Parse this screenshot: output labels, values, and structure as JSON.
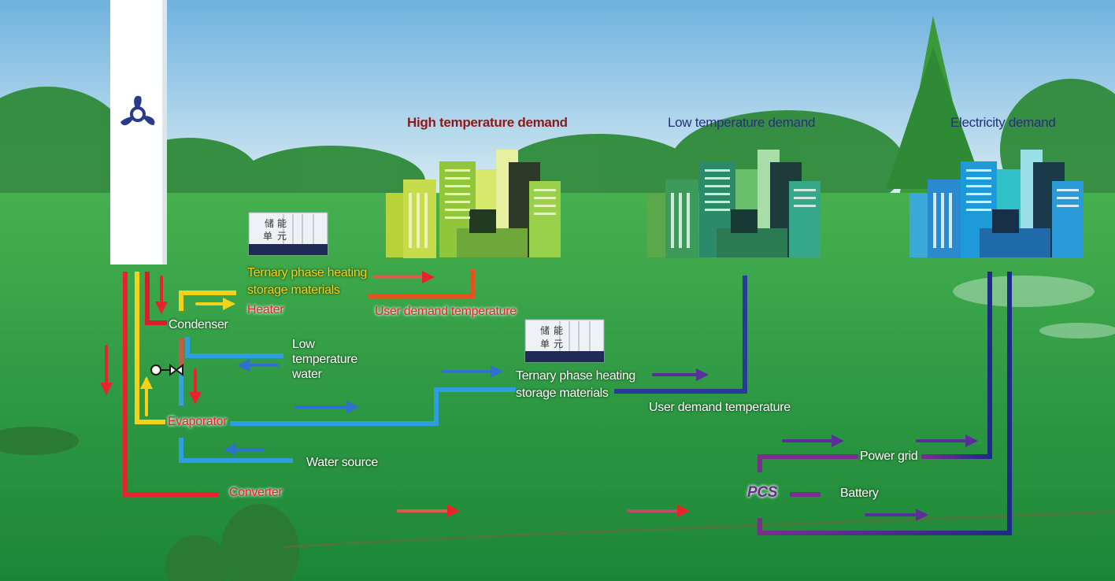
{
  "labels": {
    "high_temp_demand": "High temperature demand",
    "low_temp_demand": "Low temperature demand",
    "electricity_demand": "Electricity demand",
    "ternary_top_line1": "Ternary phase heating",
    "ternary_top_line2": "storage materials",
    "heater": "Heater",
    "user_demand_temp_top": "User demand temperature",
    "condenser": "Condenser",
    "low_temp_water_line1": "Low",
    "low_temp_water_line2": "temperature",
    "low_temp_water_line3": "water",
    "ternary_mid_line1": "Ternary phase heating",
    "ternary_mid_line2": "storage materials",
    "user_demand_temp_mid": "User demand temperature",
    "evaporator": "Evaporator",
    "water_source": "Water source",
    "power_grid": "Power grid",
    "converter": "Converter",
    "pcs": "PCS",
    "battery": "Battery"
  },
  "storage_unit_chars": [
    "储",
    "能",
    "单",
    "元"
  ],
  "icons": {
    "turbine": "wind-turbine-icon",
    "storage": "storage-unit-icon",
    "valve": "valve-icon",
    "building": "city-buildings-icon"
  },
  "colors": {
    "wind_line": "#e8232b",
    "heat_line": "#f5d21a",
    "hot_water": "#e2531e",
    "cold_water": "#2f9ee0",
    "low_demand_line": "#2a3a9a",
    "power_line": "#7a2f8c",
    "grid_line": "#1f2a8a",
    "high_demand_text": "#8b1a1a",
    "low_demand_text": "#28307a"
  }
}
